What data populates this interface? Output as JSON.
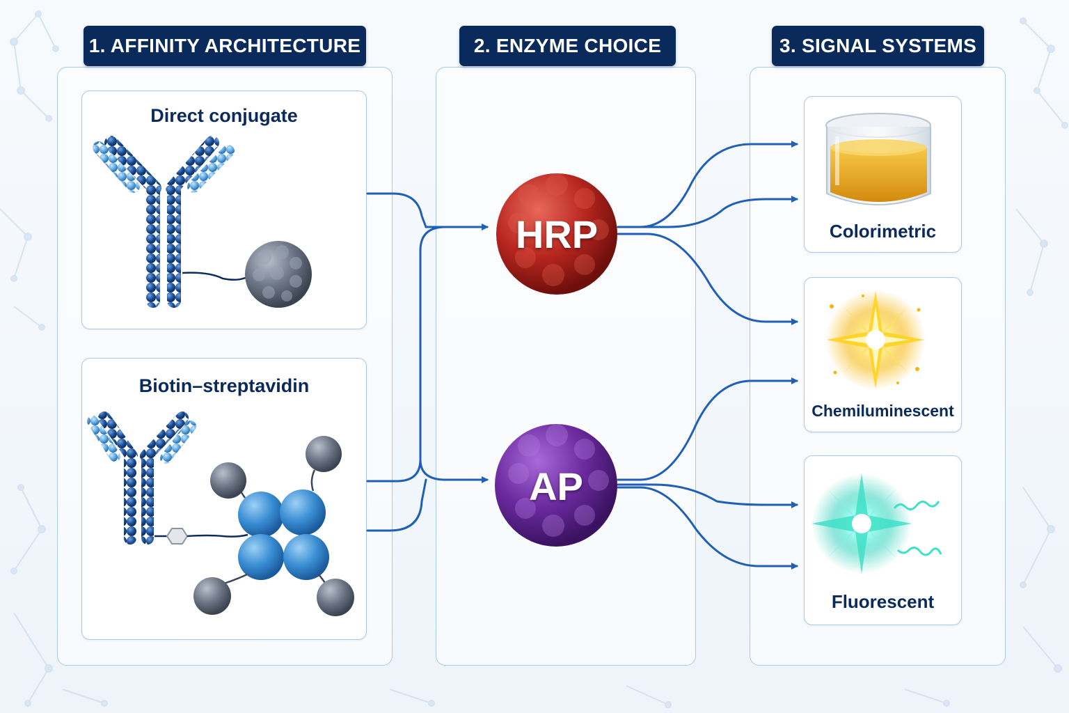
{
  "columns": [
    {
      "header": "1. AFFINITY ARCHITECTURE"
    },
    {
      "header": "2. ENZYME CHOICE"
    },
    {
      "header": "3. SIGNAL SYSTEMS"
    }
  ],
  "affinity": {
    "direct": {
      "title": "Direct conjugate"
    },
    "biotin": {
      "title": "Biotin–streptavidin"
    }
  },
  "enzymes": {
    "hrp": {
      "label": "HRP",
      "color": "#b8261f"
    },
    "ap": {
      "label": "AP",
      "color": "#6a2a9e"
    }
  },
  "signals": {
    "colorimetric": {
      "label": "Colorimetric"
    },
    "chemiluminescent": {
      "label": "Chemiluminescent"
    },
    "fluorescent": {
      "label": "Fluorescent"
    }
  },
  "colors": {
    "header_bg": "#0b2a5c",
    "arrow": "#1f5fb5",
    "antibody": "#1c4f96",
    "streptavidin": "#3b8fd4",
    "panel_border": "#a9c9e8"
  },
  "icons": [
    "antibody-icon",
    "enzyme-icon",
    "streptavidin-icon",
    "biotin-icon",
    "beaker-icon",
    "starburst-icon",
    "fluorescence-icon",
    "arrow-icon"
  ]
}
